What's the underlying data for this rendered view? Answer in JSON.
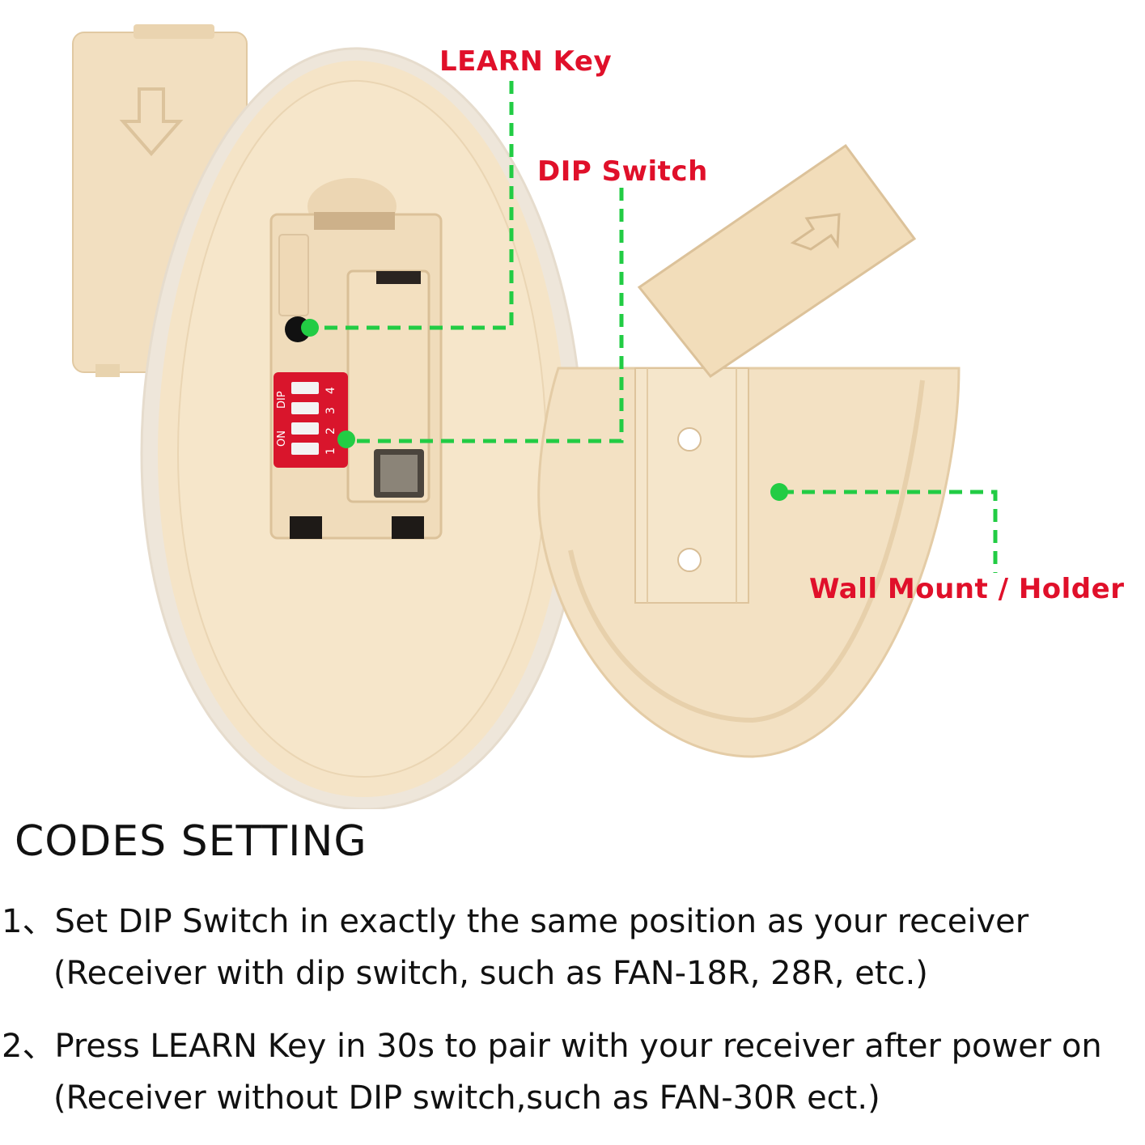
{
  "callouts": {
    "learn_key": "LEARN Key",
    "dip_switch": "DIP Switch",
    "wall_mount": "Wall Mount / Holder"
  },
  "dip_label": {
    "on": "ON",
    "dip": "DIP",
    "numbers": [
      "1",
      "2",
      "3",
      "4"
    ]
  },
  "instructions": {
    "heading": "CODES SETTING",
    "steps": [
      {
        "text": "1、Set DIP Switch in exactly the same position as your receiver",
        "sub": "(Receiver with dip switch, such as FAN-18R, 28R, etc.)"
      },
      {
        "text": "2、Press LEARN Key in 30s to pair with your receiver after power on",
        "sub": "(Receiver without DIP switch,such as FAN-30R ect.)"
      }
    ]
  },
  "colors": {
    "plastic": "#f4e3c6",
    "dip_red": "#d9152c",
    "callout_red": "#e0102a",
    "guide_green": "#22cc44"
  }
}
